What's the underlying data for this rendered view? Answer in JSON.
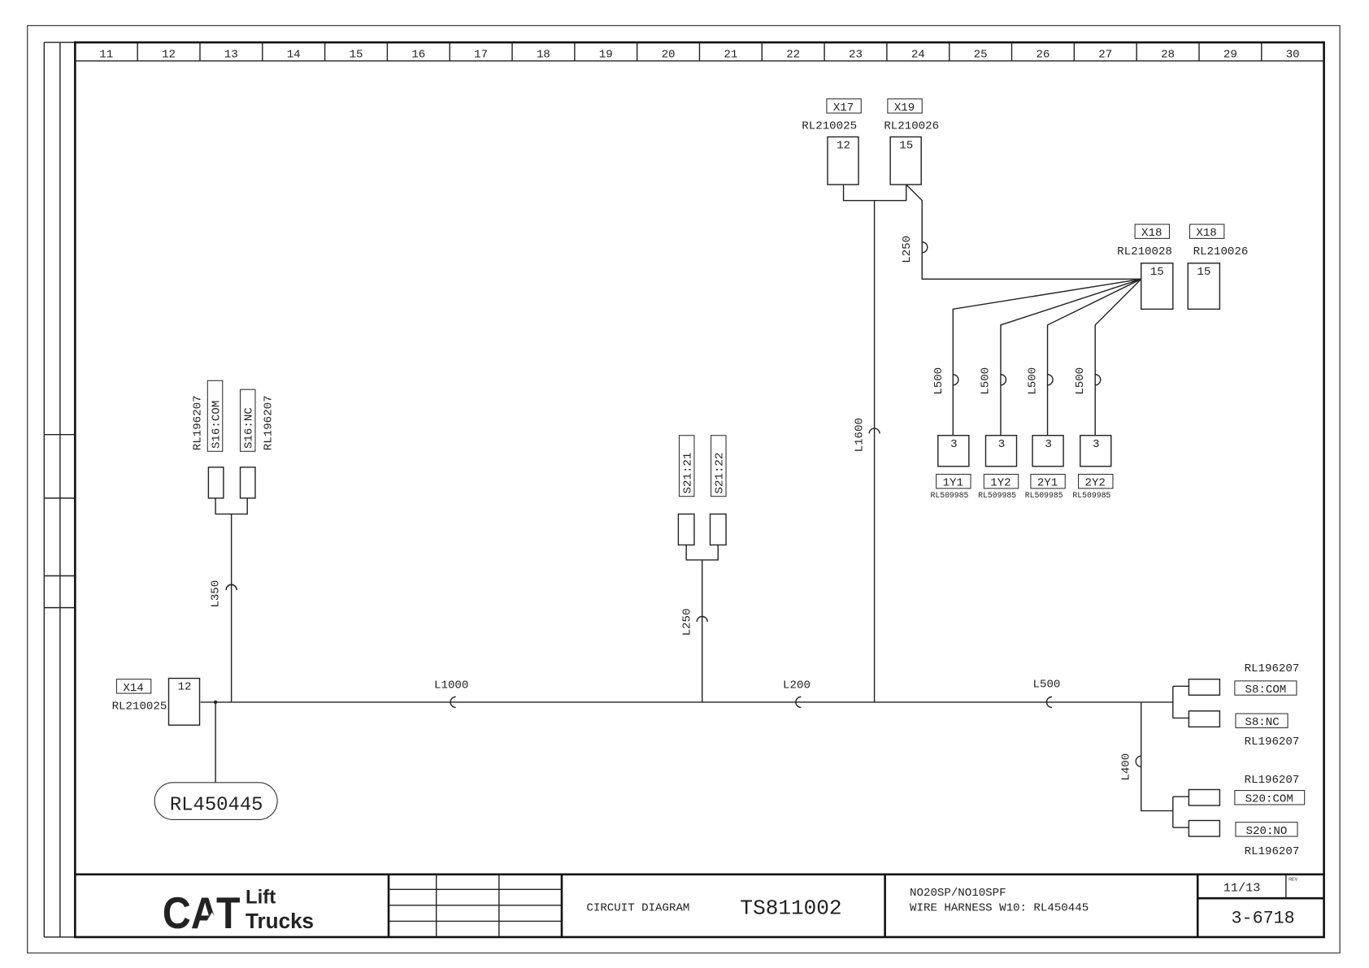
{
  "grid_columns": [
    "11",
    "12",
    "13",
    "14",
    "15",
    "16",
    "17",
    "18",
    "19",
    "20",
    "21",
    "22",
    "23",
    "24",
    "25",
    "26",
    "27",
    "28",
    "29",
    "30"
  ],
  "connectors": {
    "x14": {
      "tag": "X14",
      "part": "RL210025",
      "pin": "12"
    },
    "x17": {
      "tag": "X17",
      "part": "RL210025",
      "pin": "12"
    },
    "x19": {
      "tag": "X19",
      "part": "RL210026",
      "pin": "15"
    },
    "x18a": {
      "tag": "X18",
      "part": "RL210028",
      "pin": "15"
    },
    "x18b": {
      "tag": "X18",
      "part": "RL210026",
      "pin": "15"
    },
    "s16": {
      "com": "S16:COM",
      "nc": "S16:NC",
      "part_com": "RL196207",
      "part_nc": "RL196207"
    },
    "s21": {
      "a": "S21:21",
      "b": "S21:22"
    },
    "valves": [
      {
        "tag": "1Y1",
        "part": "RL509985",
        "pin": "3"
      },
      {
        "tag": "1Y2",
        "part": "RL509985",
        "pin": "3"
      },
      {
        "tag": "2Y1",
        "part": "RL509985",
        "pin": "3"
      },
      {
        "tag": "2Y2",
        "part": "RL509985",
        "pin": "3"
      }
    ],
    "s8": {
      "com": "S8:COM",
      "nc": "S8:NC",
      "part_top": "RL196207",
      "part_bottom": "RL196207"
    },
    "s20": {
      "com": "S20:COM",
      "no": "S20:NO",
      "part_top": "RL196207",
      "part_bottom": "RL196207"
    },
    "harness": "RL450445"
  },
  "lengths": {
    "main1": "L1000",
    "main2": "L200",
    "main3": "L500",
    "s16": "L350",
    "s21": "L250",
    "trunk": "L1600",
    "x18": "L250",
    "valve": "L500",
    "s20": "L400"
  },
  "title_block": {
    "logo_main": "CAT",
    "logo_line1": "Lift",
    "logo_line2": "Trucks",
    "doc_type": "CIRCUIT DIAGRAM",
    "doc_number": "TS811002",
    "desc_line1": "NO20SP/NO10SPF",
    "desc_line2": "WIRE HARNESS W10: RL450445",
    "sheet": "11/13",
    "rev_label": "REV",
    "drawing_no": "3-6718"
  }
}
